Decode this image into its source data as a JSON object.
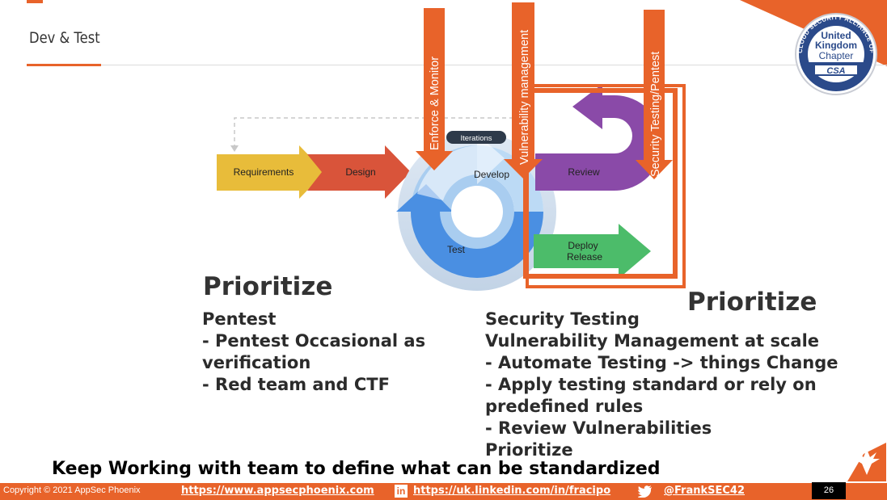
{
  "slide": {
    "title": "Dev & Test",
    "page_number": "26"
  },
  "badge": {
    "arc_text": "CLOUD SECURITY ALLIANCE OFFICIAL CHAPTER",
    "line1": "United",
    "line2": "Kingdom",
    "line3": "Chapter",
    "logo": "CSA"
  },
  "diagram": {
    "stages": {
      "requirements": "Requirements",
      "design": "Design",
      "develop": "Develop",
      "test": "Test",
      "review": "Review",
      "deploy_line1": "Deploy",
      "deploy_line2": "Release"
    },
    "iterations_label": "Iterations",
    "vertical_arrows": {
      "enforce": "Enforce & Monitor",
      "vulnerability": "Vulnerability management",
      "security_testing": "Security Testing/Pentest"
    }
  },
  "content": {
    "prioritize_left": "Prioritize",
    "prioritize_right": "Prioritize",
    "left_items": [
      "Pentest",
      "- Pentest Occasional as",
      "verification",
      "- Red team and CTF"
    ],
    "right_items": [
      "Security Testing",
      "Vulnerability Management at scale",
      "- Automate Testing -> things Change",
      "- Apply testing standard or rely on",
      "predefined rules",
      "- Review Vulnerabilities",
      "Prioritize"
    ],
    "closing": "Keep Working with team to define what can be standardized"
  },
  "footer": {
    "copyright": "Copyright © 2021 AppSec Phoenix",
    "website": "https://www.appsecphoenix.com",
    "linkedin_icon": "in",
    "linkedin": "https://uk.linkedin.com/in/fracipo",
    "twitter_handle": "@FrankSEC42"
  },
  "colors": {
    "accent": "#e8632a",
    "requirements": "#e8bc3a",
    "design": "#d9543a",
    "develop_ring": "#9dc7ee",
    "test_ring": "#4a8fe2",
    "review": "#8a4aa8",
    "deploy": "#4cbc6a"
  }
}
